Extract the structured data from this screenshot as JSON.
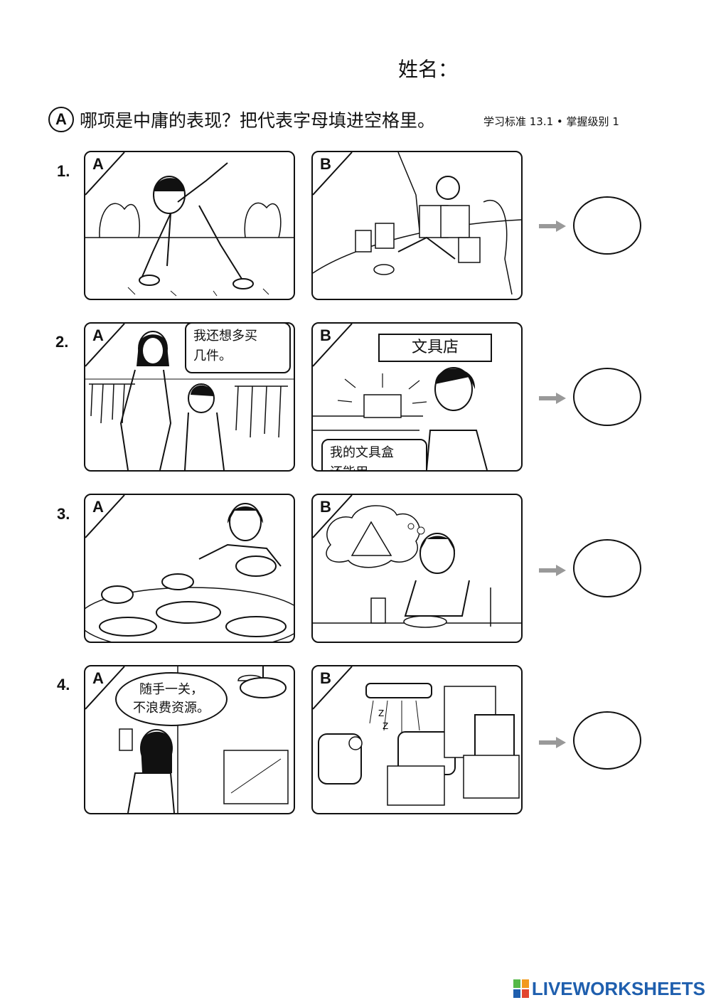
{
  "header": {
    "name_label": "姓名："
  },
  "section": {
    "badge": "A",
    "instruction": "哪项是中庸的表现？把代表字母填进空格里。",
    "standard": "学习标准 13.1 • 掌握级别 1"
  },
  "questions": [
    {
      "number": "1.",
      "option_a": "A",
      "option_b": "B"
    },
    {
      "number": "2.",
      "option_a": "A",
      "option_b": "B",
      "speech_a_line1": "我还想多买",
      "speech_a_line2": "几件。",
      "sign_b": "文具店",
      "speech_b_line1": "我的文具盒",
      "speech_b_line2": "还能用。"
    },
    {
      "number": "3.",
      "option_a": "A",
      "option_b": "B"
    },
    {
      "number": "4.",
      "option_a": "A",
      "option_b": "B",
      "thought_a_line1": "随手一关，",
      "thought_a_line2": "不浪费资源。"
    }
  ],
  "footer": {
    "logo_text": "LIVEWORKSHEETS"
  },
  "colors": {
    "logo_blue": "#1f5fae",
    "logo_green": "#55b848",
    "logo_orange": "#f29a1f",
    "logo_red": "#e2452f"
  }
}
